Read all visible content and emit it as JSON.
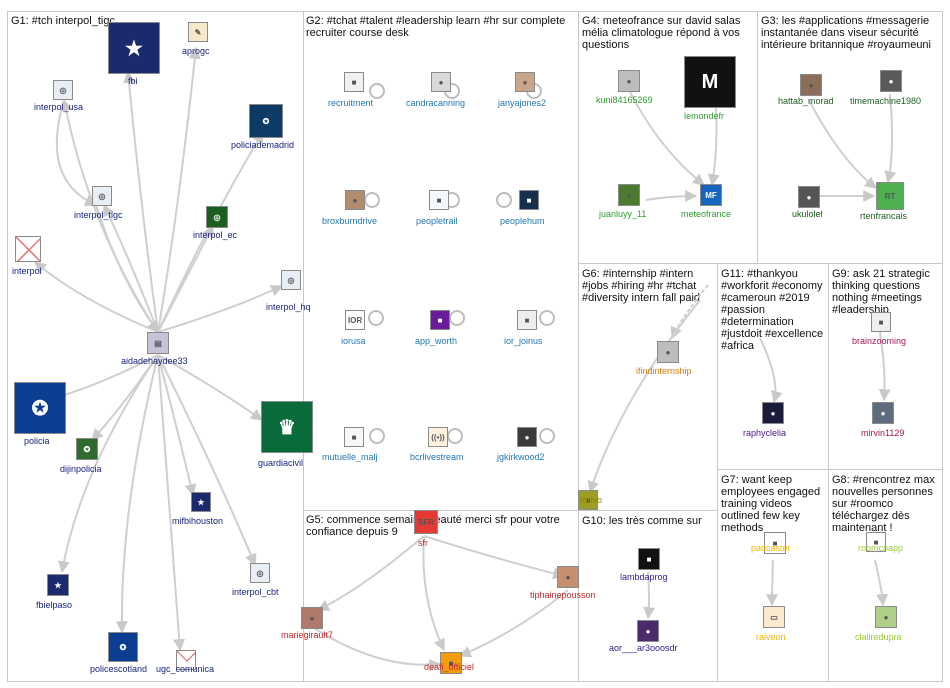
{
  "groups": [
    {
      "id": "g1",
      "title": "G1: #tch interpol_tigc"
    },
    {
      "id": "g2",
      "title": "G2: #tchat #talent #leadership learn #hr sur complete recruiter course desk"
    },
    {
      "id": "g4",
      "title": "G4: meteofrance sur david salas mélia climatologue répond à vos questions"
    },
    {
      "id": "g3",
      "title": "G3: les #applications #messagerie instantanée dans viseur sécurité intérieure britannique #royaumeuni"
    },
    {
      "id": "g6",
      "title": "G6: #internship #intern #jobs #hiring #hr #tchat #diversity intern fall paid"
    },
    {
      "id": "g11",
      "title": "G11: #thankyou #workforit #economy #cameroun #2019 #passion #determination #justdoit #excellence #africa"
    },
    {
      "id": "g9",
      "title": "G9: ask 21 strategic thinking questions nothing #meetings #leadership"
    },
    {
      "id": "g7",
      "title": "G7: want keep employees engaged training videos outlined few key methods"
    },
    {
      "id": "g8",
      "title": "G8: #rencontrez max nouvelles personnes sur #roomco téléchargez dès maintenant !"
    },
    {
      "id": "g5",
      "title": "G5: commence semaine beauté merci sfr pour votre confiance depuis 9"
    },
    {
      "id": "g10",
      "title": "G10: les très comme sur"
    }
  ],
  "nodes": [
    {
      "id": "fbi",
      "label": "fbi",
      "color": "#1a237e",
      "icon": "fbi-seal"
    },
    {
      "id": "aprogc",
      "label": "aprogc",
      "color": "#1a237e",
      "icon": "tools-icon"
    },
    {
      "id": "interpol_usa",
      "label": "interpol_usa",
      "color": "#1a237e",
      "icon": "interpol-logo"
    },
    {
      "id": "policiademadrid",
      "label": "policiademadrid",
      "color": "#1a237e",
      "icon": "police-badge"
    },
    {
      "id": "interpol_tigc",
      "label": "interpol_tigc",
      "color": "#1a237e",
      "icon": "interpol-logo"
    },
    {
      "id": "interpol_ec",
      "label": "interpol_ec",
      "color": "#1a237e",
      "icon": "interpol-logo"
    },
    {
      "id": "interpol",
      "label": "interpol",
      "color": "#1a237e",
      "icon": "broken-image"
    },
    {
      "id": "interpol_hq",
      "label": "interpol_hq",
      "color": "#1a237e",
      "icon": "interpol-logo"
    },
    {
      "id": "aidadehaydee33",
      "label": "aidadehaydee33",
      "color": "#1a237e",
      "icon": "book-avatar"
    },
    {
      "id": "policia",
      "label": "policia",
      "color": "#1a237e",
      "icon": "police-badge"
    },
    {
      "id": "guardiacivil",
      "label": "guardiacivil",
      "color": "#1a237e",
      "icon": "guardia-crest"
    },
    {
      "id": "dijinpolicia",
      "label": "dijinpolicia",
      "color": "#1a237e",
      "icon": "police-badge"
    },
    {
      "id": "mifbihouston",
      "label": "mifbihouston",
      "color": "#1a237e",
      "icon": "fbi-seal"
    },
    {
      "id": "interpol_cbt",
      "label": "interpol_cbt",
      "color": "#1a237e",
      "icon": "interpol-logo"
    },
    {
      "id": "fbielpaso",
      "label": "fbielpaso",
      "color": "#1a237e",
      "icon": "fbi-seal"
    },
    {
      "id": "policescotland",
      "label": "policescotland",
      "color": "#1a237e",
      "icon": "police-badge"
    },
    {
      "id": "ugc_comunica",
      "label": "ugc_comunica",
      "color": "#1a237e",
      "icon": "envelope-icon"
    },
    {
      "id": "recruitment",
      "label": "recruitment",
      "color": "#1f77b4",
      "icon": "logo"
    },
    {
      "id": "candracanning",
      "label": "candracanning",
      "color": "#1f77b4",
      "icon": "avatar"
    },
    {
      "id": "janyajones2",
      "label": "janyajones2",
      "color": "#1f77b4",
      "icon": "avatar"
    },
    {
      "id": "broxburndrive",
      "label": "broxburndrive",
      "color": "#1f77b4",
      "icon": "avatar"
    },
    {
      "id": "peopletrail",
      "label": "peopletrail",
      "color": "#1f77b4",
      "icon": "logo"
    },
    {
      "id": "peoplehum",
      "label": "peoplehum",
      "color": "#1f77b4",
      "icon": "logo"
    },
    {
      "id": "iorusa",
      "label": "iorusa",
      "color": "#1f77b4",
      "icon": "ior-logo"
    },
    {
      "id": "app_worth",
      "label": "app_worth",
      "color": "#1f77b4",
      "icon": "logo"
    },
    {
      "id": "ior_joinus",
      "label": "ior_joinus",
      "color": "#1f77b4",
      "icon": "logo"
    },
    {
      "id": "mutuelle_malj",
      "label": "mutuelle_malj",
      "color": "#1f77b4",
      "icon": "logo"
    },
    {
      "id": "bcrlivestream",
      "label": "bcrlivestream",
      "color": "#1f77b4",
      "icon": "broadcast-icon"
    },
    {
      "id": "jgkirkwood2",
      "label": "jgkirkwood2",
      "color": "#1f77b4",
      "icon": "avatar"
    },
    {
      "id": "kuni84165269",
      "label": "kuni84165269",
      "color": "#2e9d2e",
      "icon": "default-avatar"
    },
    {
      "id": "lemondefr",
      "label": "lemondefr",
      "color": "#2e9d2e",
      "icon": "le-monde-logo"
    },
    {
      "id": "juanluyy_11",
      "label": "juanluyy_11",
      "color": "#2e9d2e",
      "icon": "avatar"
    },
    {
      "id": "meteofrance",
      "label": "meteofrance",
      "color": "#2e9d2e",
      "icon": "meteo-logo"
    },
    {
      "id": "hattab_morad",
      "label": "hattab_morad",
      "color": "#1b5e20",
      "icon": "avatar"
    },
    {
      "id": "timemachine1980",
      "label": "timemachine1980",
      "color": "#1b5e20",
      "icon": "avatar"
    },
    {
      "id": "ukulolel",
      "label": "ukulolel",
      "color": "#1b5e20",
      "icon": "avatar"
    },
    {
      "id": "rtenfrancais",
      "label": "rtenfrancais",
      "color": "#1b5e20",
      "icon": "rt-logo"
    },
    {
      "id": "ifindinternship",
      "label": "ifindinternship",
      "color": "#e07b00",
      "icon": "default-avatar"
    },
    {
      "id": "raphyclelia",
      "label": "raphyclelia",
      "color": "#4a148c",
      "icon": "avatar"
    },
    {
      "id": "brainzooming",
      "label": "brainzooming",
      "color": "#ad1457",
      "icon": "logo"
    },
    {
      "id": "mirvin1129",
      "label": "mirvin1129",
      "color": "#ad1457",
      "icon": "avatar"
    },
    {
      "id": "padcaster",
      "label": "padcaster",
      "color": "#f2b600",
      "icon": "logo"
    },
    {
      "id": "raiveon",
      "label": "raiveon",
      "color": "#f2b600",
      "icon": "laptop-icon"
    },
    {
      "id": "roomcoapp",
      "label": "roomcoapp",
      "color": "#9acd32",
      "icon": "logo"
    },
    {
      "id": "clairedupra",
      "label": "claiiredupra",
      "color": "#9acd32",
      "icon": "avatar"
    },
    {
      "id": "sfr",
      "label": "sfr",
      "color": "#c62828",
      "icon": "sfr-logo"
    },
    {
      "id": "tiphainepousson",
      "label": "tiphainepousson",
      "color": "#c62828",
      "icon": "avatar"
    },
    {
      "id": "mariegirault7",
      "label": "mariegirault7",
      "color": "#c62828",
      "icon": "avatar"
    },
    {
      "id": "deafi_officiel",
      "label": "deafi_officiel",
      "color": "#c62828",
      "icon": "logo"
    },
    {
      "id": "lambdaprog",
      "label": "lambdaprog",
      "color": "#311b92",
      "icon": "logo"
    },
    {
      "id": "aor_ar3ooosdr",
      "label": "aor___ar3ooosdr",
      "color": "#311b92",
      "icon": "avatar"
    },
    {
      "id": "torivo",
      "label": "torivo",
      "color": "#8b8b00",
      "icon": "logo"
    }
  ]
}
